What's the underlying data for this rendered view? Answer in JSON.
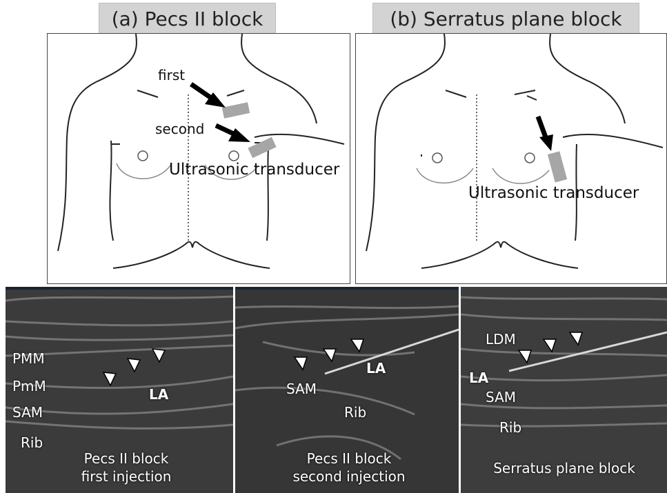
{
  "titles": {
    "a": "(a) Pecs II block",
    "b": "(b) Serratus plane block"
  },
  "diagram_a": {
    "arrow_first": "first",
    "arrow_second": "second",
    "transducer": "Ultrasonic transducer"
  },
  "diagram_b": {
    "transducer": "Ultrasonic transducer"
  },
  "ultrasound": {
    "panel1": {
      "labels": {
        "pmm": "PMM",
        "pmm_minor": "PmM",
        "sam": "SAM",
        "rib": "Rib",
        "la": "LA"
      },
      "caption_line1": "Pecs II block",
      "caption_line2": "first injection"
    },
    "panel2": {
      "labels": {
        "sam": "SAM",
        "rib": "Rib",
        "la": "LA"
      },
      "caption_line1": "Pecs II block",
      "caption_line2": "second injection"
    },
    "panel3": {
      "labels": {
        "ldm": "LDM",
        "la": "LA",
        "sam": "SAM",
        "rib": "Rib"
      },
      "caption": "Serratus plane block"
    }
  },
  "colors": {
    "title_bg": "#d3d3d3",
    "transducer": "#a6a6a6",
    "ultrasound_bg": "#3a3a3a"
  }
}
